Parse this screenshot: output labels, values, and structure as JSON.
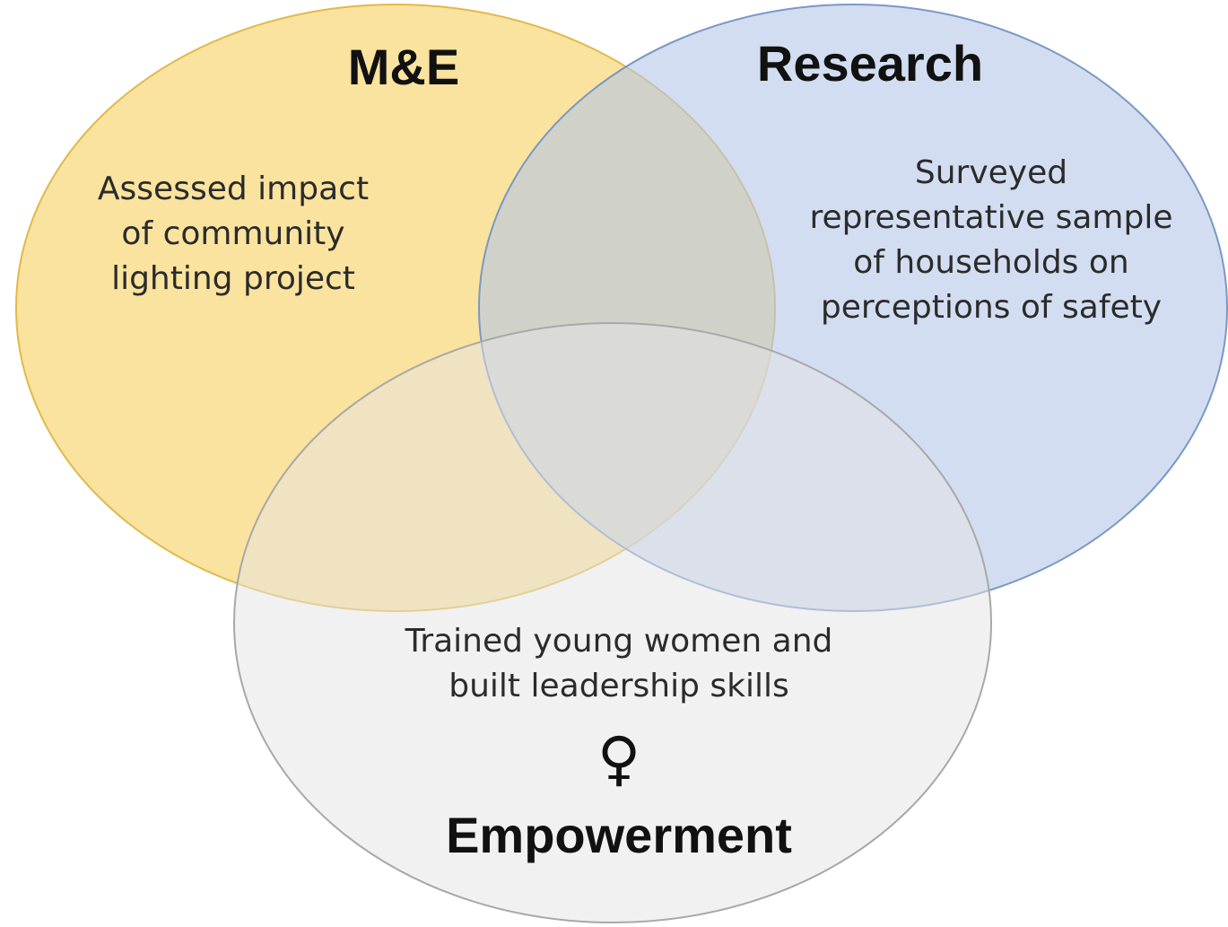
{
  "diagram": {
    "circles": [
      {
        "id": "me",
        "title": "M&E",
        "description": "Assessed impact\nof community\nlighting project",
        "fill": "#f8d878",
        "stroke": "#e0b94a"
      },
      {
        "id": "research",
        "title": "Research",
        "description": "Surveyed\nrepresentative sample\nof households on\nperceptions of safety",
        "fill": "#b4c7e7",
        "stroke": "#7a98c4"
      },
      {
        "id": "empowerment",
        "title": "Empowerment",
        "description": "Trained young women and\nbuilt leadership skills",
        "icon": "female-symbol-icon",
        "icon_glyph": "♀",
        "fill": "#e4e4e4",
        "stroke": "#a8a8a8"
      }
    ]
  }
}
